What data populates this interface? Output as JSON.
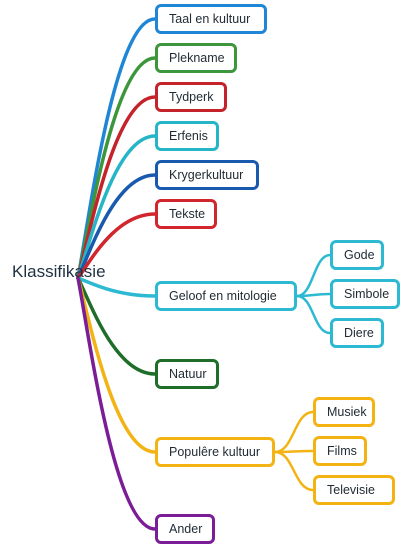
{
  "root": {
    "label": "Klassifikasie"
  },
  "branches": [
    {
      "label": "Taal en kultuur",
      "color": "#1f86d6"
    },
    {
      "label": "Plekname",
      "color": "#3c963c"
    },
    {
      "label": "Tydperk",
      "color": "#c4232b"
    },
    {
      "label": "Erfenis",
      "color": "#26b5c6"
    },
    {
      "label": "Krygerkultuur",
      "color": "#1a5aae"
    },
    {
      "label": "Tekste",
      "color": "#d1262e"
    },
    {
      "label": "Geloof en mitologie",
      "color": "#2eb9d3",
      "children": [
        {
          "label": "Gode"
        },
        {
          "label": "Simbole"
        },
        {
          "label": "Diere"
        }
      ]
    },
    {
      "label": "Natuur",
      "color": "#1e6e2a"
    },
    {
      "label": "Populêre kultuur",
      "color": "#f2b313",
      "children": [
        {
          "label": "Musiek"
        },
        {
          "label": "Films"
        },
        {
          "label": "Televisie"
        }
      ]
    },
    {
      "label": "Ander",
      "color": "#7a1d96"
    }
  ]
}
